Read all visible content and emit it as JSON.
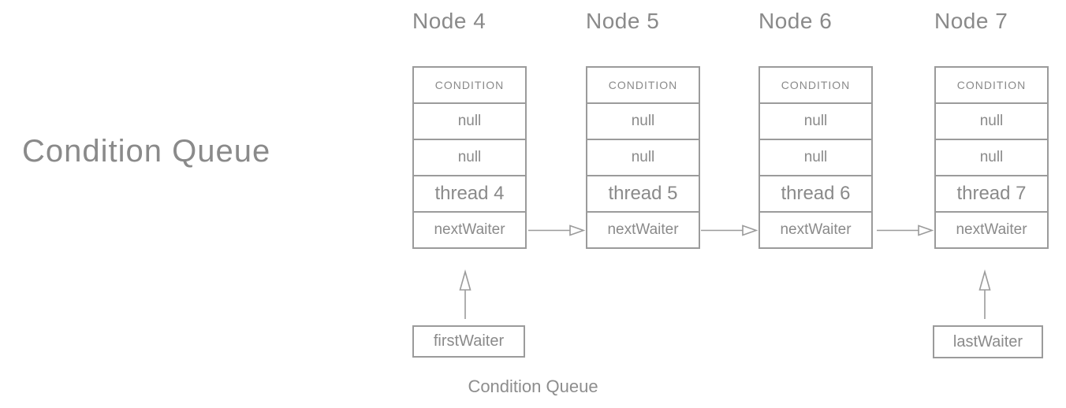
{
  "left_title": "Condition Queue",
  "caption": "Condition Queue",
  "colors": {
    "background": "#ffffff",
    "line": "#9b9b9b",
    "text": "#8a8a8a",
    "caption_text": "#8d8d8d"
  },
  "nodes": [
    {
      "title": "Node 4",
      "rows": [
        "CONDITION",
        "null",
        "null",
        "thread 4",
        "nextWaiter"
      ]
    },
    {
      "title": "Node 5",
      "rows": [
        "CONDITION",
        "null",
        "null",
        "thread 5",
        "nextWaiter"
      ]
    },
    {
      "title": "Node 6",
      "rows": [
        "CONDITION",
        "null",
        "null",
        "thread 6",
        "nextWaiter"
      ]
    },
    {
      "title": "Node 7",
      "rows": [
        "CONDITION",
        "null",
        "null",
        "thread 7",
        "nextWaiter"
      ]
    }
  ],
  "pointers": {
    "first": "firstWaiter",
    "last": "lastWaiter"
  }
}
